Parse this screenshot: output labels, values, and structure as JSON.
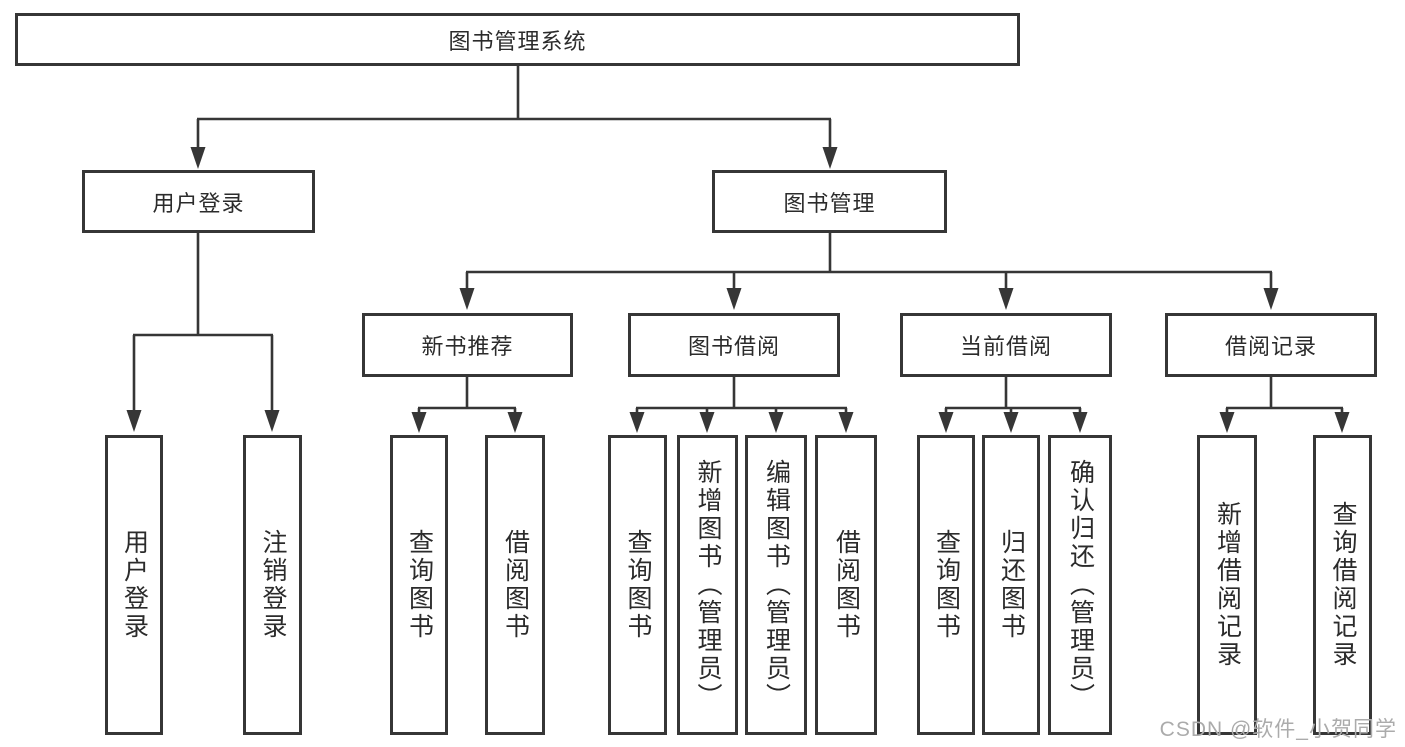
{
  "tree": {
    "root": "图书管理系统",
    "branches": [
      {
        "label": "用户登录",
        "leaves": [
          "用户登录",
          "注销登录"
        ]
      },
      {
        "label": "图书管理",
        "groups": [
          {
            "label": "新书推荐",
            "leaves": [
              "查询图书",
              "借阅图书"
            ]
          },
          {
            "label": "图书借阅",
            "leaves": [
              "查询图书",
              "新增图书（管理员）",
              "编辑图书（管理员）",
              "借阅图书"
            ]
          },
          {
            "label": "当前借阅",
            "leaves": [
              "查询图书",
              "归还图书",
              "确认归还（管理员）"
            ]
          },
          {
            "label": "借阅记录",
            "leaves": [
              "新增借阅记录",
              "查询借阅记录"
            ]
          }
        ]
      }
    ]
  },
  "watermark": "CSDN @软件_小贺同学",
  "colors": {
    "line": "#363636",
    "text": "#2b2b2b",
    "watermark": "#ababab",
    "background": "#ffffff"
  }
}
